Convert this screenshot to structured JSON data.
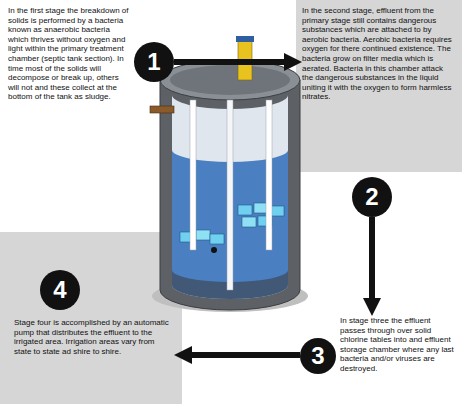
{
  "diagram": {
    "nodes": [
      {
        "text": [
          "In the first stage the breakdown of solids is performed by a bacteria known as anaerobic bacteria which thrives without oxygen and light within the primary treatment chamber (septic tank section). In time most of the solids will decompose or break up, others will not and these collect at the bottom of the tank as sludge."
        ]
      },
      {
        "text": [
          "1"
        ]
      },
      {
        "text": [
          "In the second stage, effluent from the primary stage still contains dangerous substances which are attached to by aerobic bacteria. Aerobic bacteria requires oxygen for there continued existence. The bacteria grow on filter media which is aerated. Bacteria in this chamber attack the dangerous substances in the liquid uniting it with the oxygen to form harmless nitrates."
        ]
      },
      {
        "text": [
          "2"
        ]
      },
      {
        "text": [
          "In stage three the effluent passes through over solid chlorine tables into and effluent storage chamber where any last bacteria and/or viruses are destroyed."
        ]
      },
      {
        "text": [
          "3"
        ]
      },
      {
        "text": [
          "Stage four is accomplished by an automatic pump that distributes the effluent to the irrigated area. Irrigation areas vary from state to state ad shire to shire."
        ]
      },
      {
        "text": [
          "4"
        ]
      }
    ],
    "edges": [
      {
        "from": 1,
        "to": 2,
        "arrow": "to"
      },
      {
        "from": 3,
        "to": 4,
        "arrow": "to"
      },
      {
        "from": 5,
        "to": 6,
        "arrow": "to"
      }
    ]
  }
}
